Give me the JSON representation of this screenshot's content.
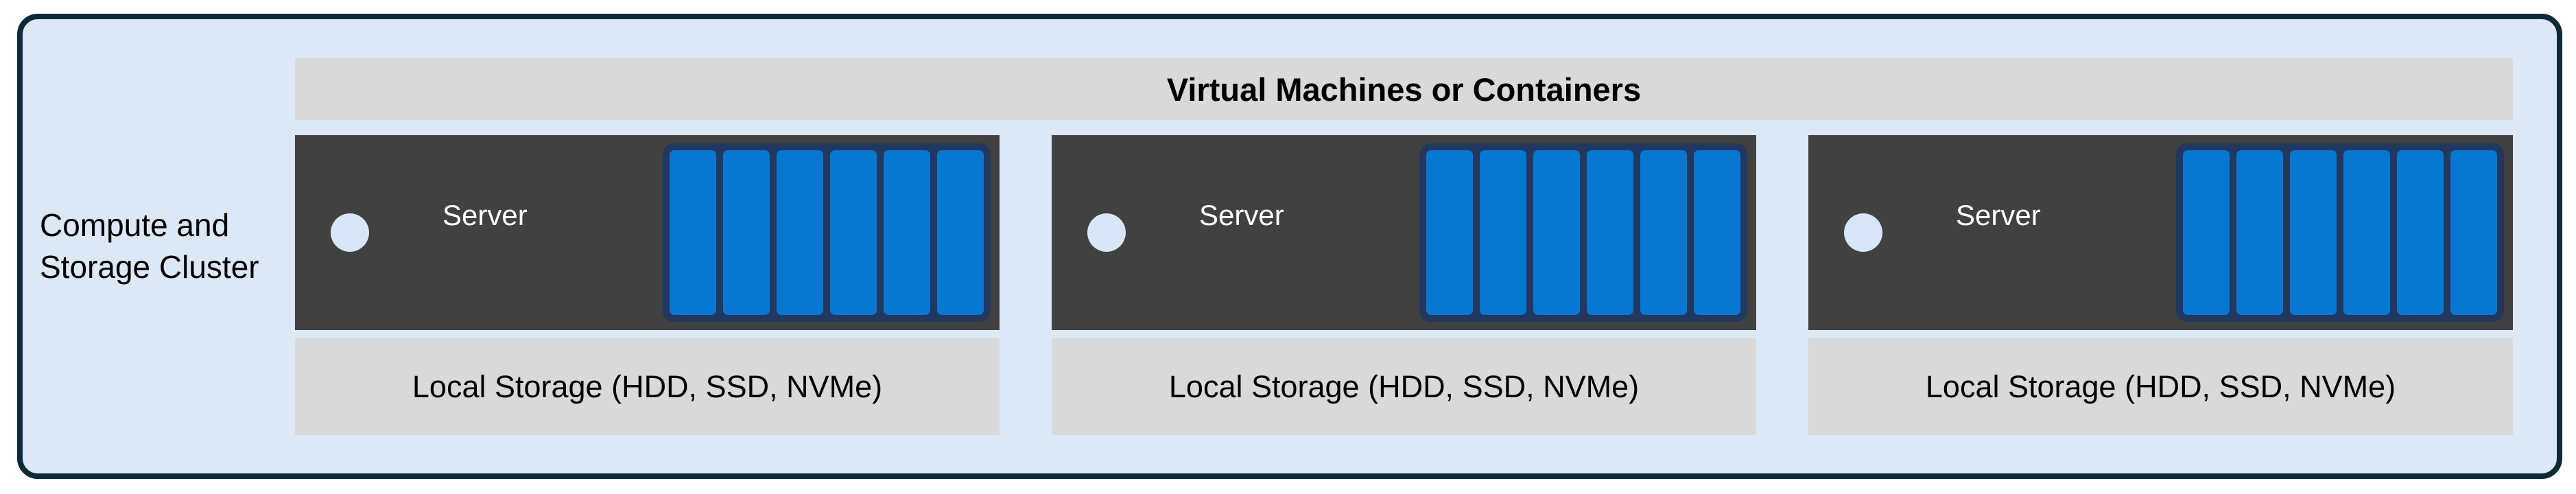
{
  "diagram": {
    "cluster_label": {
      "line1": "Compute and",
      "line2": "Storage Cluster"
    },
    "header": {
      "label": "Virtual Machines or Containers"
    },
    "servers": [
      {
        "label": "Server",
        "storage_label": "Local Storage (HDD, SSD, NVMe)",
        "disk_count": 6
      },
      {
        "label": "Server",
        "storage_label": "Local Storage (HDD, SSD, NVMe)",
        "disk_count": 6
      },
      {
        "label": "Server",
        "storage_label": "Local Storage (HDD, SSD, NVMe)",
        "disk_count": 6
      }
    ],
    "colors": {
      "canvas_bg": "#ffffff",
      "cluster_fill": "#dce8f6",
      "cluster_border": "#0d2a38",
      "band_fill": "#d9d9d9",
      "server_fill": "#414141",
      "server_text": "#ffffff",
      "disk_fill": "#0778d2",
      "disk_frame": "#22385f",
      "power_led": "#d8e6f8",
      "text": "#000000"
    }
  }
}
